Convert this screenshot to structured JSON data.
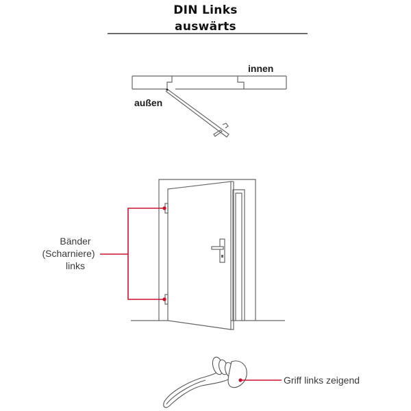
{
  "header": {
    "title_line1": "DIN Links",
    "title_line2": "auswärts"
  },
  "plan_view": {
    "label_inside": "innen",
    "label_outside": "außen"
  },
  "elevation_view": {
    "hinge_label_line1": "Bänder",
    "hinge_label_line2": "(Scharniere)",
    "hinge_label_line3": "links"
  },
  "handle_view": {
    "handle_label": "Griff links zeigend"
  },
  "colors": {
    "accent": "#c8102e",
    "line": "#555555",
    "text": "#1a1a1a"
  }
}
